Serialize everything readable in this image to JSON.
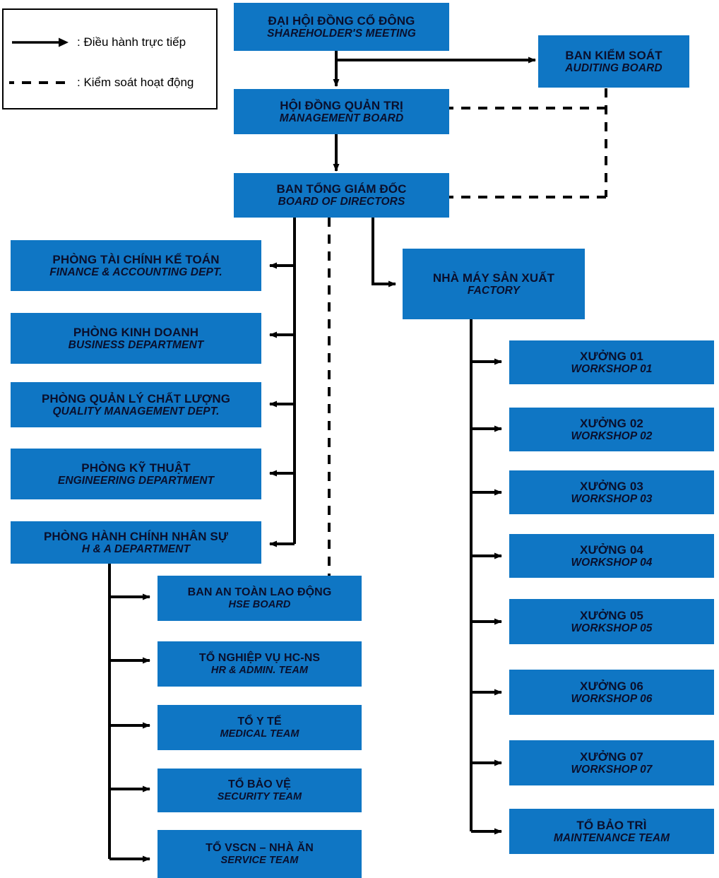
{
  "legend": {
    "items": [
      {
        "glyph": "solid-arrow-icon",
        "label": ": Điều hành trực tiếp"
      },
      {
        "glyph": "dashed-line-icon",
        "label": ": Kiểm soát hoạt động"
      }
    ]
  },
  "colors": {
    "node_fill": "#0F76C4",
    "node_text": "#0a0f2c",
    "connector": "#000000",
    "background": "#ffffff"
  },
  "nodes": {
    "shareholders_meeting": {
      "vi": "ĐẠI HỘI ĐỒNG CỔ ĐÔNG",
      "en": "SHAREHOLDER'S MEETING"
    },
    "auditing_board": {
      "vi": "BAN KIỂM SOÁT",
      "en": "AUDITING BOARD"
    },
    "management_board": {
      "vi": "HỘI ĐỒNG QUẢN TRỊ",
      "en": "MANAGEMENT BOARD"
    },
    "board_of_directors": {
      "vi": "BAN TỔNG GIÁM ĐỐC",
      "en": "BOARD OF DIRECTORS"
    },
    "factory": {
      "vi": "NHÀ MÁY SẢN XUẤT",
      "en": "FACTORY"
    }
  },
  "departments": [
    {
      "vi": "PHÒNG TÀI CHÍNH KẾ TOÁN",
      "en": "FINANCE & ACCOUNTING DEPT."
    },
    {
      "vi": "PHÒNG KINH DOANH",
      "en": "BUSINESS DEPARTMENT"
    },
    {
      "vi": "PHÒNG QUẢN LÝ CHẤT LƯỢNG",
      "en": "QUALITY MANAGEMENT DEPT."
    },
    {
      "vi": "PHÒNG KỸ THUẬT",
      "en": "ENGINEERING DEPARTMENT"
    },
    {
      "vi": "PHÒNG HÀNH CHÍNH NHÂN SỰ",
      "en": "H & A DEPARTMENT"
    }
  ],
  "hr_teams": [
    {
      "vi": "BAN AN TOÀN LAO ĐỘNG",
      "en": "HSE BOARD"
    },
    {
      "vi": "TỔ NGHIỆP VỤ HC-NS",
      "en": "HR & ADMIN. TEAM"
    },
    {
      "vi": "TỔ Y TẾ",
      "en": "MEDICAL  TEAM"
    },
    {
      "vi": "TỔ BẢO VỆ",
      "en": "SECURITY TEAM"
    },
    {
      "vi": "TỔ VSCN – NHÀ ĂN",
      "en": "SERVICE  TEAM"
    }
  ],
  "workshops": [
    {
      "vi": "XƯỞNG 01",
      "en": "WORKSHOP 01"
    },
    {
      "vi": "XƯỞNG 02",
      "en": "WORKSHOP 02"
    },
    {
      "vi": "XƯỞNG 03",
      "en": "WORKSHOP 03"
    },
    {
      "vi": "XƯỞNG 04",
      "en": "WORKSHOP 04"
    },
    {
      "vi": "XƯỞNG 05",
      "en": "WORKSHOP 05"
    },
    {
      "vi": "XƯỞNG 06",
      "en": "WORKSHOP 06"
    },
    {
      "vi": "XƯỞNG 07",
      "en": "WORKSHOP 07"
    },
    {
      "vi": "TỔ BẢO TRÌ",
      "en": "MAINTENANCE TEAM"
    }
  ]
}
